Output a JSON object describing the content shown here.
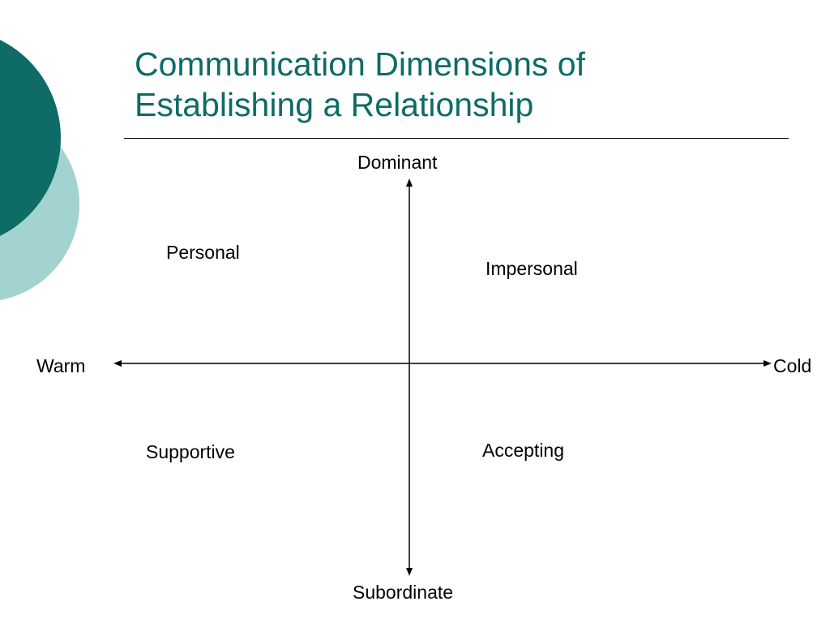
{
  "slide": {
    "title_line1": "Communication Dimensions of",
    "title_line2": "Establishing a Relationship",
    "colors": {
      "title": "#0e6b66",
      "circle_dark": "#0e6b66",
      "circle_light": "#a3d3d1",
      "text": "#000000"
    }
  },
  "diagram": {
    "vertical_axis": {
      "top_label": "Dominant",
      "bottom_label": "Subordinate"
    },
    "horizontal_axis": {
      "left_label": "Warm",
      "right_label": "Cold"
    },
    "quadrants": {
      "top_left": "Personal",
      "top_right": "Impersonal",
      "bottom_left": "Supportive",
      "bottom_right": "Accepting"
    }
  }
}
